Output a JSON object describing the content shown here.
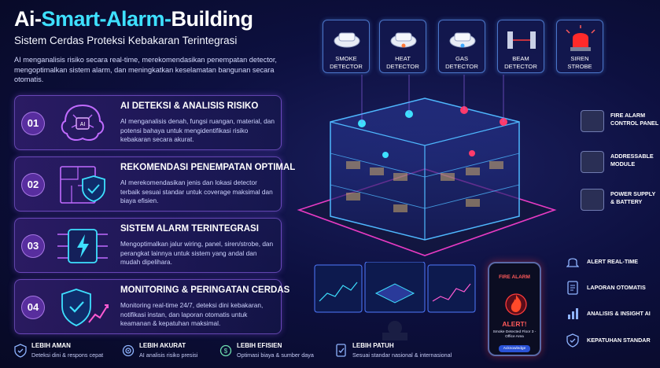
{
  "title": {
    "part1": "Ai-",
    "part2": "Smart-Alarm-",
    "part3": "Building"
  },
  "subtitle": "Sistem Cerdas Proteksi Kebakaran Terintegrasi",
  "intro": "AI menganalisis risiko secara real-time, merekomendasikan penempatan detector, mengoptimalkan sistem alarm, dan meningkatkan keselamatan bangunan secara otomatis.",
  "cards": [
    {
      "num": "01",
      "heading": "AI DETEKSI & ANALISIS RISIKO",
      "desc": "AI menganalisis denah, fungsi ruangan, material, dan potensi bahaya untuk mengidentifikasi risiko kebakaran secara akurat.",
      "icon": "ai-brain-icon"
    },
    {
      "num": "02",
      "heading": "REKOMENDASI PENEMPATAN OPTIMAL",
      "desc": "AI merekomendasikan jenis dan lokasi detector terbaik sesuai standar untuk coverage maksimal dan biaya efisien.",
      "icon": "floorplan-shield-icon"
    },
    {
      "num": "03",
      "heading": "SISTEM ALARM TERINTEGRASI",
      "desc": "Mengoptimalkan jalur wiring, panel, siren/strobe, dan perangkat lainnya untuk sistem yang andal dan mudah dipelihara.",
      "icon": "circuit-bolt-icon"
    },
    {
      "num": "04",
      "heading": "MONITORING & PERINGATAN CERDAS",
      "desc": "Monitoring real-time 24/7, deteksi dini kebakaran, notifikasi instan, dan laporan otomatis untuk keamanan & kepatuhan maksimal.",
      "icon": "shield-chart-icon"
    }
  ],
  "bottom": [
    {
      "title": "LEBIH AMAN",
      "sub": "Deteksi dini & respons cepat",
      "icon": "shield-check-icon"
    },
    {
      "title": "LEBIH AKURAT",
      "sub": "AI analisis risiko presisi",
      "icon": "target-icon"
    },
    {
      "title": "LEBIH EFISIEN",
      "sub": "Optimasi biaya & sumber daya",
      "icon": "coin-icon"
    },
    {
      "title": "LEBIH PATUH",
      "sub": "Sesuai standar nasional & internasional",
      "icon": "document-check-icon"
    }
  ],
  "detectors": [
    {
      "line1": "SMOKE",
      "line2": "DETECTOR",
      "icon": "smoke-detector-icon"
    },
    {
      "line1": "HEAT",
      "line2": "DETECTOR",
      "icon": "heat-detector-icon"
    },
    {
      "line1": "GAS",
      "line2": "DETECTOR",
      "icon": "gas-detector-icon"
    },
    {
      "line1": "BEAM",
      "line2": "DETECTOR",
      "icon": "beam-detector-icon"
    },
    {
      "line1": "SIREN",
      "line2": "STROBE",
      "icon": "siren-icon"
    }
  ],
  "components": [
    {
      "line1": "FIRE ALARM",
      "line2": "CONTROL PANEL",
      "icon": "control-panel-icon"
    },
    {
      "line1": "ADDRESSABLE",
      "line2": "MODULE",
      "icon": "module-icon"
    },
    {
      "line1": "POWER SUPPLY",
      "line2": "& BATTERY",
      "icon": "battery-icon"
    }
  ],
  "features": [
    {
      "label": "ALERT REAL-TIME",
      "icon": "bell-icon"
    },
    {
      "label": "LAPORAN OTOMATIS",
      "icon": "report-icon"
    },
    {
      "label": "ANALISIS & INSIGHT AI",
      "icon": "analytics-icon"
    },
    {
      "label": "KEPATUHAN STANDAR",
      "icon": "shield-icon"
    }
  ],
  "phone": {
    "title": "FIRE ALARM",
    "alert": "ALERT!",
    "message": "Smoke Detected Floor 3 - Office Area",
    "button": "Acknowledge"
  },
  "colors": {
    "accent": "#3ee0ff",
    "purple": "#a06eff",
    "alert": "#ff3b3b"
  }
}
